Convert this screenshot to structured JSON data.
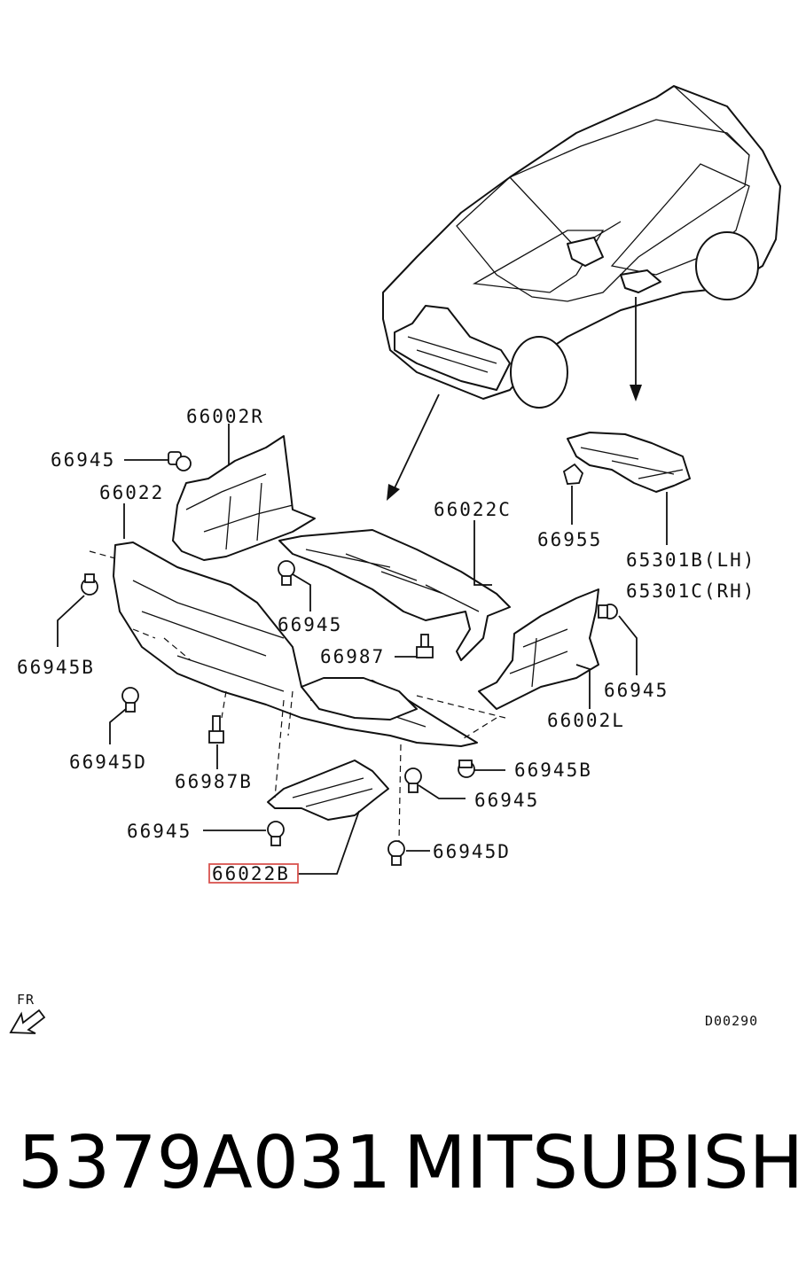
{
  "labels": {
    "p66002R": "66002R",
    "p66945_a": "66945",
    "p66022": "66022",
    "p66022C": "66022C",
    "p66955": "66955",
    "p65301B": "65301B(LH)",
    "p65301C": "65301C(RH)",
    "p66945B_left": "66945B",
    "p66945_b": "66945",
    "p66987": "66987",
    "p66945_c": "66945",
    "p66002L": "66002L",
    "p66945D_left": "66945D",
    "p66987B": "66987B",
    "p66945B_right": "66945B",
    "p66945_d": "66945",
    "p66945_e": "66945",
    "p66945D_right": "66945D",
    "p66022B": "66022B"
  },
  "direction_label": "FR",
  "diagram_code": "D00290",
  "part_number": "5379A031",
  "brand": "MITSUBISHI",
  "highlight_color": "#d9534f"
}
